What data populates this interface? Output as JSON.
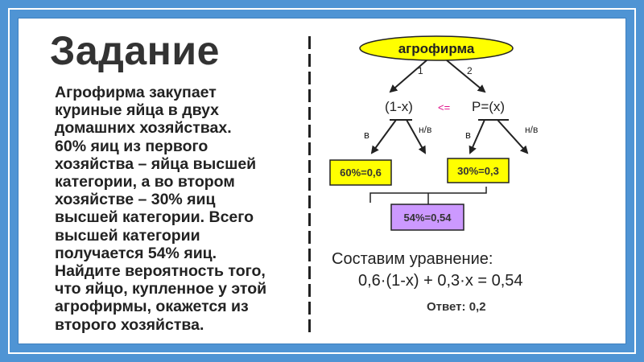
{
  "title": "Задание",
  "task_lines": [
    "Агрофирма закупает",
    "куриные яйца в двух",
    "домашних хозяйствах.",
    "60% яиц из первого",
    "хозяйства – яйца высшей",
    "категории, а во втором",
    "хозяйстве – 30% яиц",
    "высшей категории. Всего",
    "высшей категории",
    "получается 54% яиц.",
    "Найдите вероятность того,",
    "что яйцо, купленное у этой",
    "агрофирмы, окажется из",
    "второго хозяйства."
  ],
  "tree": {
    "root": "агрофирма",
    "branch_1": "1",
    "branch_2": "2",
    "node_left": "(1-х)",
    "compare": "<=",
    "node_right": "Р=(х)",
    "left_leaf_v": "в",
    "left_leaf_nv": "н/в",
    "right_leaf_v": "в",
    "right_leaf_nv": "н/в",
    "box_left": "60%=0,6",
    "box_right": "30%=0,3",
    "box_sum": "54%=0,54"
  },
  "equation": {
    "heading": "Составим уравнение:",
    "formula": "0,6·(1-х) + 0,3·х = 0,54",
    "answer": "Ответ: 0,2"
  },
  "colors": {
    "background": "#4f94d4",
    "root_fill": "#ffff00",
    "box_fill": "#ffff00",
    "sum_fill": "#cc99ff",
    "compare_color": "#e0108a"
  }
}
